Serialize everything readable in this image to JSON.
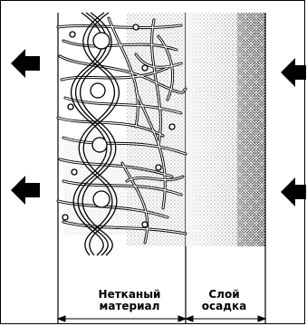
{
  "labels": {
    "nonwoven_line1": "Нетканый",
    "nonwoven_line2": "материал",
    "cake_line1": "Слой",
    "cake_line2": "осадка"
  },
  "icons": {
    "flow_arrow": "left-arrow-icon"
  },
  "colors": {
    "ink": "#000000",
    "background": "#ffffff"
  }
}
